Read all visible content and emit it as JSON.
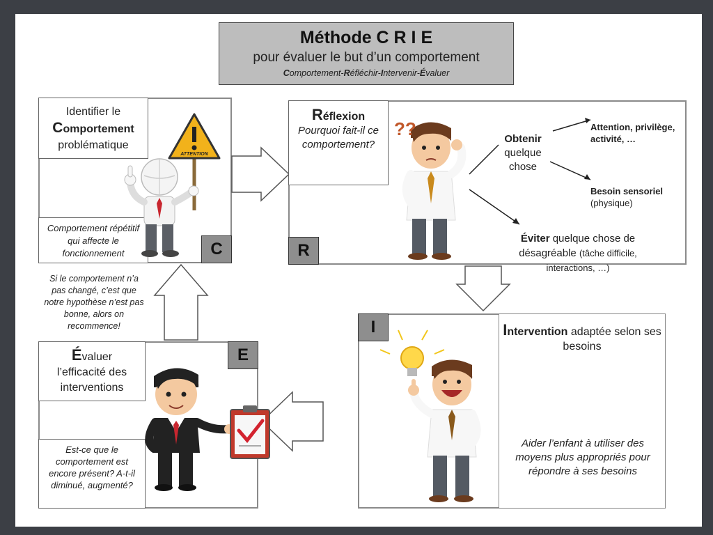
{
  "title": {
    "main": "Méthode  C R I E",
    "subtitle": "pour évaluer le but d’un comportement",
    "acronym": [
      {
        "t": "C",
        "b": true
      },
      {
        "t": "omportement-",
        "b": false
      },
      {
        "t": "R",
        "b": true
      },
      {
        "t": "éfléchir-",
        "b": false
      },
      {
        "t": "I",
        "b": true
      },
      {
        "t": "ntervenir-",
        "b": false
      },
      {
        "t": "É",
        "b": true
      },
      {
        "t": "valuer",
        "b": false
      }
    ]
  },
  "c": {
    "label": "C",
    "line1": "Identifier le",
    "initial": "C",
    "rest": "omportement",
    "line3": "problématique",
    "sign": "ATTENTION",
    "note": "Comportement répétitif qui affecte le fonctionnement"
  },
  "r": {
    "label": "R",
    "initial": "R",
    "rest": "éflexion",
    "question": "Pourquoi fait-il ce comportement?",
    "qmarks": "??",
    "obtain": "Obtenir",
    "obtain_rest": "quelque chose",
    "attention": "Attention, privilège, activité, …",
    "sensory": "Besoin sensoriel",
    "physical": "(physique)",
    "avoid": "Éviter",
    "avoid_rest": "quelque chose de désagréable",
    "avoid_detail": "(tâche difficile, interactions, …)"
  },
  "i": {
    "label": "I",
    "initial": "I",
    "rest": "ntervention",
    "rest2": "adaptée selon ses besoins",
    "help": "Aider l’enfant à utiliser des moyens plus appropriés pour répondre à ses besoins"
  },
  "e": {
    "label": "E",
    "initial": "É",
    "rest": "valuer",
    "line2": "l’efficacité des interventions",
    "question": "Est-ce que le comportement est encore présent? A-t-il diminué, augmenté?"
  },
  "loop_note": "Si le comportement n’a pas changé, c’est que notre hypothèse n’est pas bonne, alors on recommence!",
  "colors": {
    "label_bg": "#8e8e8e",
    "title_bg": "#bdbdbd",
    "sign": "#f2b21b",
    "tie": "#c8262f",
    "skin": "#f4c9a0",
    "hair": "#6b3b1e"
  }
}
